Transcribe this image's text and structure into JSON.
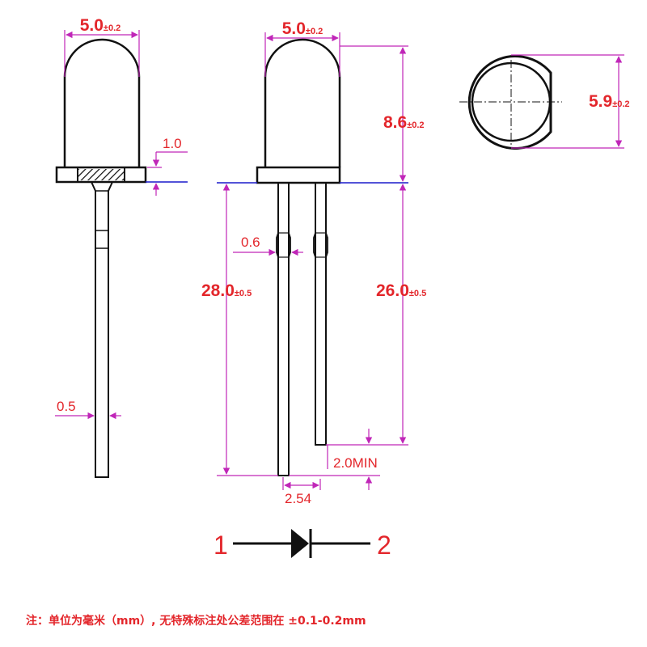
{
  "colors": {
    "outline": "#111111",
    "dimension": "#c026b8",
    "text": "#e3262b",
    "lead_line": "#1a1acc"
  },
  "dimensions": {
    "lens_diameter_side": {
      "value": "5.0",
      "tolerance": "±0.2"
    },
    "lens_diameter_front": {
      "value": "5.0",
      "tolerance": "±0.2"
    },
    "flange_diameter": {
      "value": "5.9",
      "tolerance": "±0.2"
    },
    "body_height": {
      "value": "8.6",
      "tolerance": "±0.2"
    },
    "flange_thickness": "1.0",
    "lead_square": "0.6",
    "lead_width": "0.5",
    "long_lead_length": {
      "value": "28.0",
      "tolerance": "±0.5"
    },
    "short_lead_length": {
      "value": "26.0",
      "tolerance": "±0.5"
    },
    "lead_difference": "2.0MIN",
    "lead_pitch": "2.54"
  },
  "schematic": {
    "pin1": "1",
    "pin2": "2"
  },
  "footnote": "注：单位为毫米（mm）, 无特殊标注处公差范围在 ±0.1-0.2mm"
}
